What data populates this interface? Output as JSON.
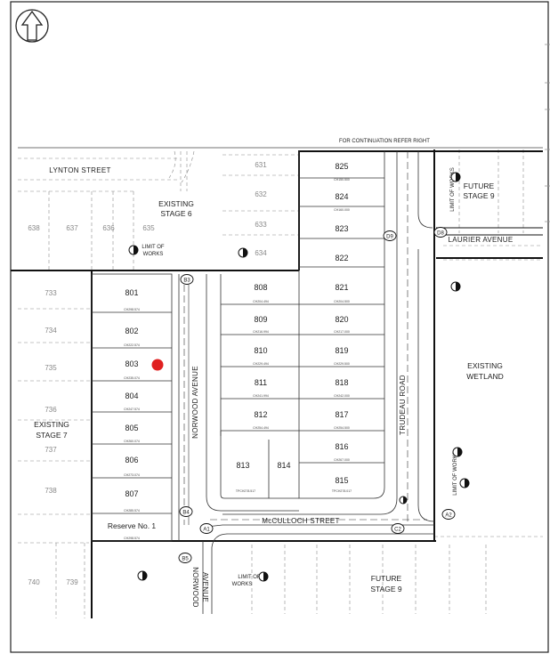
{
  "header": {
    "continuation_note": "FOR CONTINUATION REFER RIGHT"
  },
  "streets": {
    "lynton": "LYNTON STREET",
    "norwood": "NORWOOD AVENUE",
    "norwood_split_1": "NORWOOD",
    "norwood_split_2": "AVENUE",
    "trudeau": "TRUDEAU ROAD",
    "laurier": "LAURIER AVENUE",
    "mcculloch": "McCULLOCH STREET"
  },
  "areas": {
    "stage6": [
      "EXISTING",
      "STAGE 6"
    ],
    "stage7": [
      "EXISTING",
      "STAGE 7"
    ],
    "stage9_top": [
      "FUTURE",
      "STAGE 9"
    ],
    "stage9_bottom": [
      "FUTURE",
      "STAGE 9"
    ],
    "wetland": [
      "EXISTING",
      "WETLAND"
    ],
    "reserve": "Reserve No. 1"
  },
  "works": {
    "limit1": [
      "LIMIT OF",
      "WORKS"
    ],
    "limit2": [
      "LIMIT OF",
      "WORKS"
    ],
    "limit3": "LIMIT OF WORKS"
  },
  "nodes": {
    "b3": "B3",
    "b4": "B4",
    "b5": "B5",
    "a1": "A1",
    "a2": "A2",
    "c2": "C2",
    "d8": "D8",
    "d9": "D9"
  },
  "lots": {
    "l801": "801",
    "l802": "802",
    "l803": "803",
    "l804": "804",
    "l805": "805",
    "l806": "806",
    "l807": "807",
    "l808": "808",
    "l809": "809",
    "l810": "810",
    "l811": "811",
    "l812": "812",
    "l813": "813",
    "l814": "814",
    "l815": "815",
    "l816": "816",
    "l817": "817",
    "l818": "818",
    "l819": "819",
    "l820": "820",
    "l821": "821",
    "l822": "822",
    "l823": "823",
    "l824": "824",
    "l825": "825"
  },
  "existing_lots": {
    "e631": "631",
    "e632": "632",
    "e633": "633",
    "e634": "634",
    "e635": "635",
    "e636": "636",
    "e637": "637",
    "e638": "638",
    "e733": "733",
    "e734": "734",
    "e735": "735",
    "e736": "736",
    "e737": "737",
    "e738": "738",
    "e739": "739",
    "e740": "740"
  },
  "chainages": {
    "c801": "CH298.574",
    "c802": "CH222.574",
    "c803": "CH235.074",
    "c804": "CH247.574",
    "c805": "CH260.074",
    "c806": "CH273.074",
    "c807": "CH285.574",
    "c_res": "CH298.574",
    "c808": "CH204.494",
    "c809": "CH216.994",
    "c810": "CH229.494",
    "c811": "CH241.994",
    "c812": "CH254.494",
    "c_top1": "CH150.500",
    "c_top2": "CH160.000",
    "c821": "CH204.500",
    "c820": "CH217.000",
    "c819": "CH229.500",
    "c818": "CH242.000",
    "c817": "CH254.500",
    "c816": "CH267.000",
    "c815": "TPCH278.017",
    "c813": "TPCH278.517"
  },
  "marker": {
    "color": "#e02020"
  }
}
